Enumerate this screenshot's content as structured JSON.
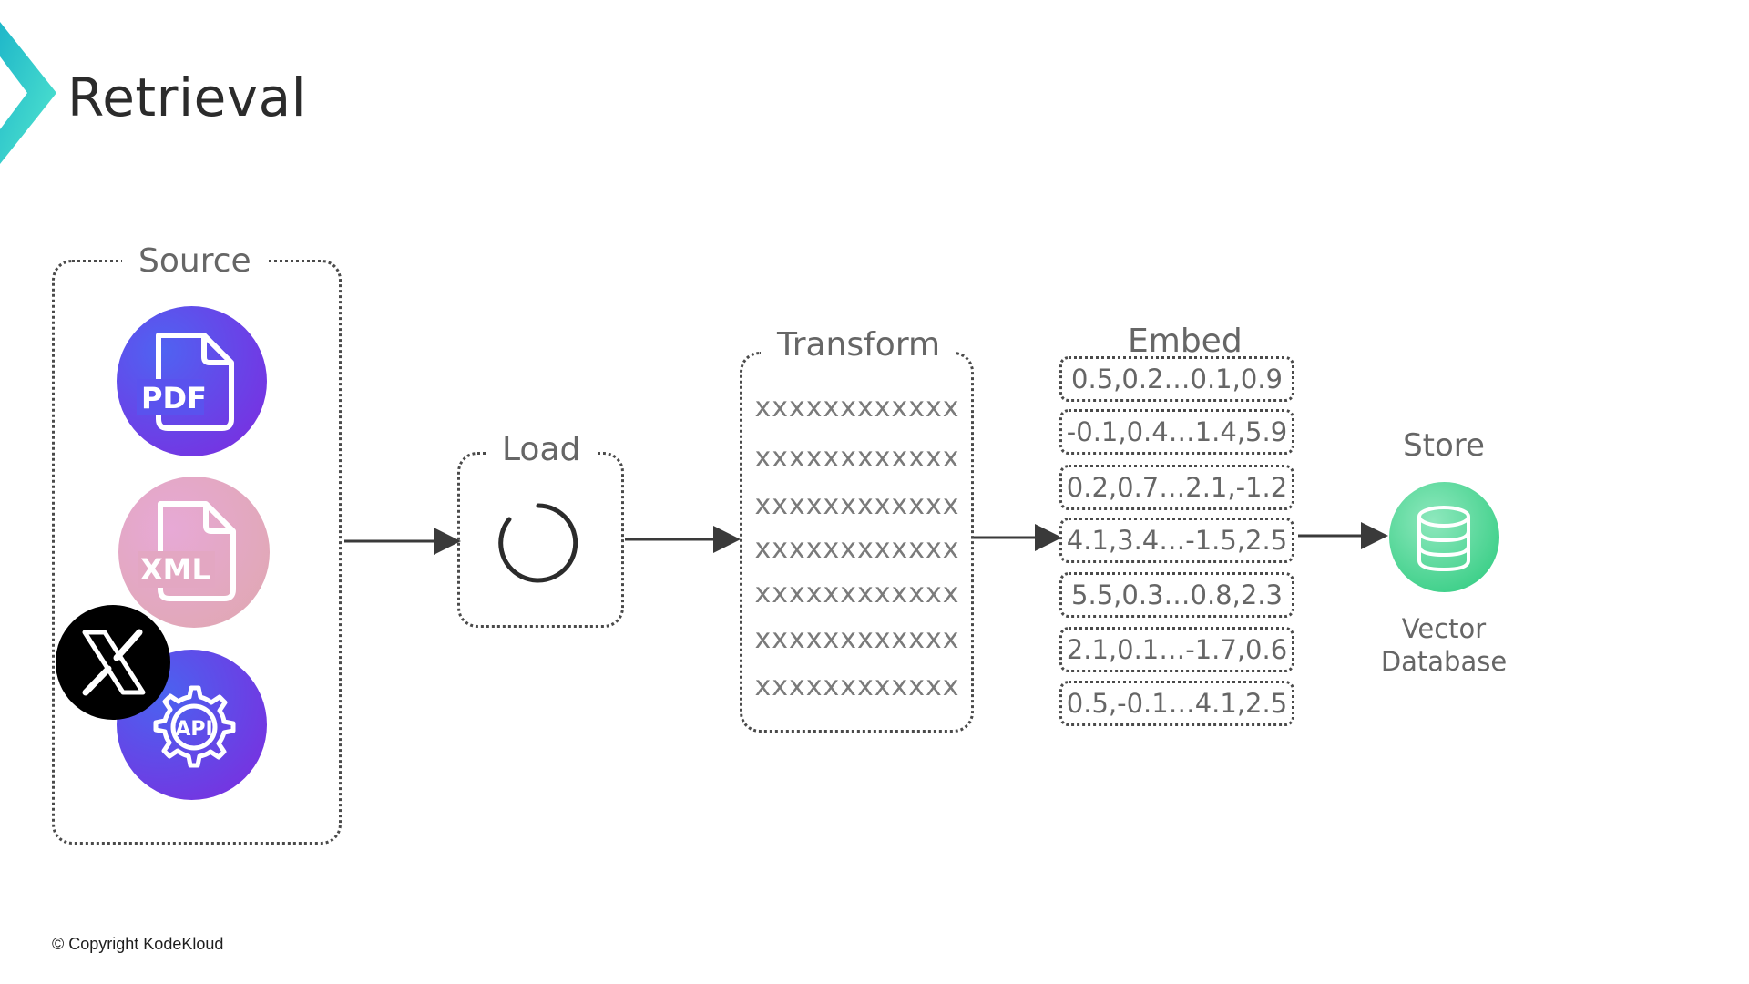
{
  "slide": {
    "title": "Retrieval"
  },
  "source": {
    "label": "Source",
    "items": [
      {
        "icon": "pdf-file-icon",
        "text": "PDF"
      },
      {
        "icon": "xml-file-icon",
        "text": "XML"
      },
      {
        "icon": "api-gear-icon",
        "text": "API"
      },
      {
        "icon": "x-logo-icon"
      }
    ]
  },
  "load": {
    "label": "Load",
    "icon": "loading-spinner-icon"
  },
  "transform": {
    "label": "Transform",
    "rows": [
      "xxxxxxxxxxxx",
      "xxxxxxxxxxxx",
      "xxxxxxxxxxxx",
      "xxxxxxxxxxxx",
      "xxxxxxxxxxxx",
      "xxxxxxxxxxxx",
      "xxxxxxxxxxxx"
    ]
  },
  "embed": {
    "label": "Embed",
    "vectors": [
      "0.5,0.2…0.1,0.9",
      "-0.1,0.4…1.4,5.9",
      "0.2,0.7…2.1,-1.2",
      "4.1,3.4…-1.5,2.5",
      "5.5,0.3…0.8,2.3",
      "2.1,0.1…-1.7,0.6",
      "0.5,-0.1…4.1,2.5"
    ]
  },
  "store": {
    "label": "Store",
    "icon": "database-icon",
    "db_line1": "Vector",
    "db_line2": "Database"
  },
  "footer": {
    "copyright": "© Copyright KodeKloud"
  },
  "colors": {
    "accent_teal": "#2ec4c9",
    "source_purple": "#6a3de8",
    "xml_pink": "#e3a6c0",
    "store_green": "#3fd58c"
  }
}
